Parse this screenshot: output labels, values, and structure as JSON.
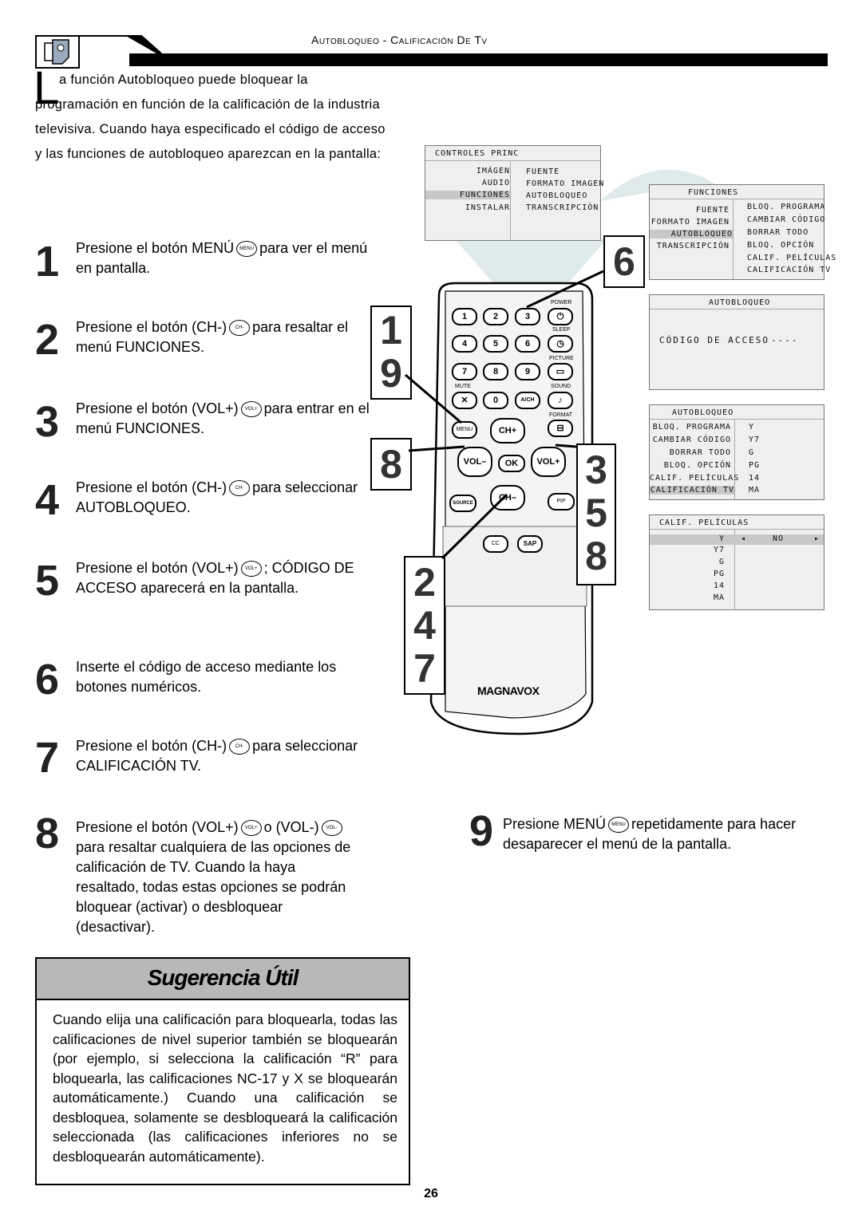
{
  "header": {
    "title": "Autobloqueo - Calificación De Tv"
  },
  "intro": {
    "dropcap": "L",
    "text": "a función Autobloqueo puede bloquear la programación en función de la calificación de la industria televisiva. Cuando haya especificado el código de acceso y las funciones de autobloqueo aparezcan en la pantalla:"
  },
  "steps": [
    {
      "num": "1",
      "a": "Presione el botón MENÚ",
      "b": "para ver el menú en pantalla."
    },
    {
      "num": "2",
      "a": "Presione el botón (CH-)",
      "b": "para resaltar el menú FUNCIONES."
    },
    {
      "num": "3",
      "a": "Presione el botón (VOL+)",
      "b": "para entrar en el menú FUNCIONES."
    },
    {
      "num": "4",
      "a": "Presione el botón (CH-)",
      "b": "para seleccionar AUTOBLOQUEO."
    },
    {
      "num": "5",
      "a": "Presione el botón (VOL+)",
      "b": "; CÓDIGO DE ACCESO aparecerá en la pantalla."
    },
    {
      "num": "6",
      "a": "Inserte el código de acceso mediante los botones numéricos.",
      "b": ""
    },
    {
      "num": "7",
      "a": "Presione el botón (CH-)",
      "b": "para seleccionar CALIFICACIÓN TV."
    },
    {
      "num": "8",
      "a": "Presione el botón (VOL+)",
      "b": "o",
      "c": "(VOL-)",
      "d": "para resaltar cualquiera de las opciones de calificación de TV. Cuando la haya resaltado, todas estas opciones se podrán bloquear (activar) o desbloquear (desactivar)."
    },
    {
      "num": "9",
      "a": "Presione MENÚ",
      "b": "repetidamente para hacer desaparecer el menú de la pantalla."
    }
  ],
  "tip": {
    "title": "Sugerencia Útil",
    "body": "Cuando elija una calificación para bloquearla, todas las calificaciones de nivel superior también se bloquearán (por ejemplo, si selecciona la calificación “R” para bloquearla, las calificaciones NC-17 y X se bloquearán automáticamente.) Cuando una calificación se desbloquea, solamente se desbloqueará la calificación seleccionada (las calificaciones inferiores no se desbloquearán automáticamente)."
  },
  "page_number": "26",
  "callouts": {
    "left_top": [
      "1",
      "9"
    ],
    "left_mid": "8",
    "left_bottom": [
      "2",
      "4",
      "7"
    ],
    "right_top": "6",
    "right_mid": [
      "3",
      "5",
      "8"
    ]
  },
  "remote": {
    "brand": "MAGNAVOX",
    "labels": {
      "power": "POWER",
      "sleep": "SLEEP",
      "picture": "PICTURE",
      "mute": "MUTE",
      "sound": "SOUND",
      "format": "FORMAT",
      "menu": "MENU",
      "ch_up": "CH+",
      "ch_down": "CH–",
      "vol_down": "VOL–",
      "vol_up": "VOL+",
      "ok": "OK",
      "source": "SOURCE",
      "pip": "PIP",
      "cc": "CC",
      "sap": "SAP",
      "ach": "A/CH"
    },
    "digits": [
      "1",
      "2",
      "3",
      "4",
      "5",
      "6",
      "7",
      "8",
      "9",
      "0"
    ]
  },
  "menus": {
    "main": {
      "title": "CONTROLES PRINC",
      "left": [
        "IMÁGEN",
        "AUDIO",
        "FUNCIONES",
        "INSTALAR"
      ],
      "right": [
        "FUENTE",
        "FORMATO IMAGEN",
        "AUTOBLOQUEO",
        "TRANSCRIPCIÓN"
      ],
      "highlight": 2
    },
    "funciones": {
      "title": "FUNCIONES",
      "left": [
        "FUENTE",
        "FORMATO IMAGEN",
        "AUTOBLOQUEO",
        "TRANSCRIPCIÓN"
      ],
      "right": [
        "BLOQ. PROGRAMA",
        "CAMBIAR CÓDIGO",
        "BORRAR TODO",
        "BLOQ. OPCIÓN",
        "CALIF. PELÍCULAS",
        "CALIFICACIÓN TV"
      ],
      "highlight": 2
    },
    "codigo": {
      "title": "AUTOBLOQUEO",
      "label": "CÓDIGO DE ACCESO",
      "value": "----"
    },
    "autobloqueo": {
      "title": "AUTOBLOQUEO",
      "left": [
        "BLOQ. PROGRAMA",
        "CAMBIAR CÓDIGO",
        "BORRAR TODO",
        "BLOQ. OPCIÓN",
        "CALIF. PELÍCULAS",
        "CALIFICACIÓN TV"
      ],
      "right": [
        "Y",
        "Y7",
        "G",
        "PG",
        "14",
        "MA"
      ],
      "highlight": 5
    },
    "calif": {
      "title": "CALIF. PELÍCULAS",
      "left": [
        "Y",
        "Y7",
        "G",
        "PG",
        "14",
        "MA"
      ],
      "value": "NO",
      "highlight": 0
    }
  }
}
